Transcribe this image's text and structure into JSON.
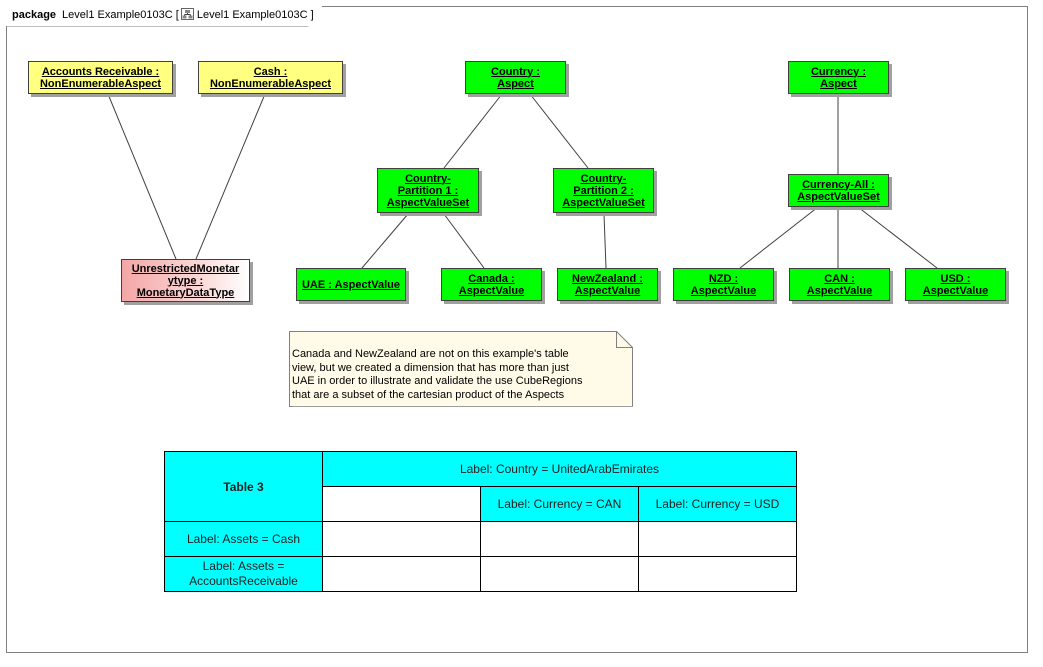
{
  "frame": {
    "keyword": "package",
    "name": "Level1 Example0103C",
    "bracket_open": "[",
    "diagram_name": "Level1 Example0103C",
    "bracket_close": "]",
    "icon": "diagram-icon"
  },
  "nodes": {
    "accounts_receivable": {
      "line1": "Accounts Receivable :",
      "line2": "NonEnumerableAspect"
    },
    "cash": {
      "line1": "Cash :",
      "line2": "NonEnumerableAspect"
    },
    "monetary": {
      "line1": "UnrestrictedMonetar",
      "line2": "ytype :",
      "line3": "MonetaryDataType"
    },
    "country": {
      "line1": "Country :",
      "line2": "Aspect"
    },
    "country_partition_1": {
      "line1": "Country-",
      "line2": "Partition 1 :",
      "line3": "AspectValueSet"
    },
    "country_partition_2": {
      "line1": "Country-",
      "line2": "Partition 2 :",
      "line3": "AspectValueSet"
    },
    "uae": {
      "line1": "UAE : AspectValue"
    },
    "canada": {
      "line1": "Canada :",
      "line2": "AspectValue"
    },
    "newzealand": {
      "line1": "NewZealand :",
      "line2": "AspectValue"
    },
    "currency": {
      "line1": "Currency :",
      "line2": "Aspect"
    },
    "currency_all": {
      "line1": "Currency-All :",
      "line2": "AspectValueSet"
    },
    "nzd": {
      "line1": "NZD :",
      "line2": "AspectValue"
    },
    "can": {
      "line1": "CAN :",
      "line2": "AspectValue"
    },
    "usd": {
      "line1": "USD :",
      "line2": "AspectValue"
    }
  },
  "note": {
    "line1": "Canada and NewZealand are not on this example's table",
    "line2": "view, but we created a dimension that has more than just",
    "line3": "UAE in order to illustrate and validate the use CubeRegions",
    "line4": "that are a subset of the cartesian product of the Aspects"
  },
  "table": {
    "title": "Table 3",
    "column_group": "Label: Country = UnitedArabEmirates",
    "columns": [
      "Label: Currency = CAN",
      "Label: Currency = USD"
    ],
    "rows": [
      {
        "label_line1": "Label: Assets = Cash",
        "label_line2": "",
        "cells": [
          "",
          "",
          ""
        ]
      },
      {
        "label_line1": "Label: Assets =",
        "label_line2": "AccountsReceivable",
        "cells": [
          "",
          "",
          ""
        ]
      }
    ]
  },
  "colors": {
    "aspect_value": "#00ff00",
    "non_enumerable": "#ffff80",
    "data_type": "#f4a6a6",
    "note": "#fffbe8",
    "table_header": "#00ffff"
  }
}
